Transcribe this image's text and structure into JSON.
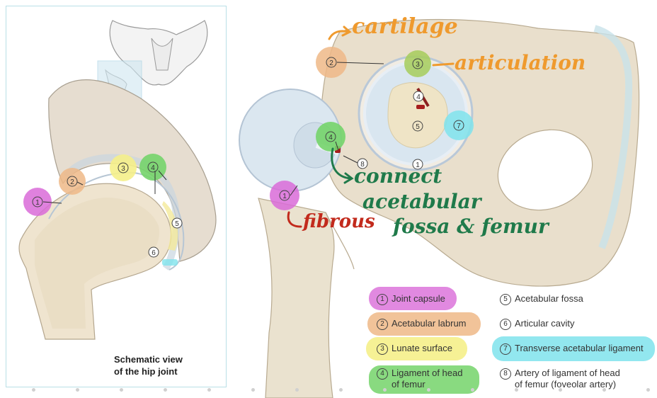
{
  "caption": {
    "line1": "Schematic view",
    "line2": "of the hip joint"
  },
  "legend": [
    {
      "num": "1",
      "label": "Joint capsule"
    },
    {
      "num": "2",
      "label": "Acetabular labrum"
    },
    {
      "num": "3",
      "label": "Lunate surface"
    },
    {
      "num": "4",
      "label_line1": "Ligament of head",
      "label_line2": "of femur"
    },
    {
      "num": "5",
      "label": "Acetabular fossa"
    },
    {
      "num": "6",
      "label": "Articular cavity"
    },
    {
      "num": "7",
      "label": "Transverse acetabular ligament"
    },
    {
      "num": "8",
      "label_line1": "Artery of ligament of head",
      "label_line2": "of femur (foveolar artery)"
    }
  ],
  "annotations": {
    "cartilage": "cartilage",
    "articulation": "articulation",
    "connect_line1": "connect",
    "connect_line2": "acetabular",
    "connect_line3": "fossa & femur",
    "fibrous": "fibrous"
  },
  "colors": {
    "magenta": "#d96bd8",
    "orange": "#efb887",
    "yellow": "#f5f08a",
    "green": "#74d46a",
    "cyan": "#7fe3ec",
    "ink_orange": "#ef9a2e",
    "ink_green": "#1f7a4a",
    "ink_red": "#c22a1c"
  }
}
